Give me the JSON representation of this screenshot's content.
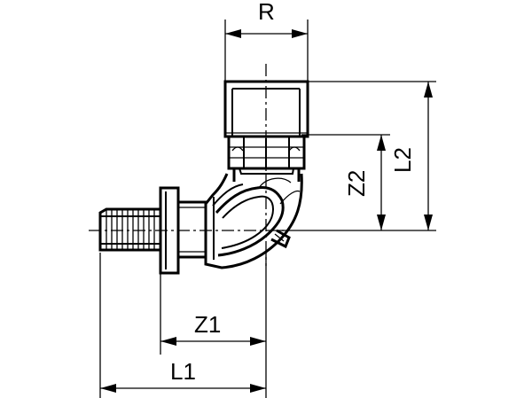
{
  "diagram": {
    "labels": {
      "r": "R",
      "z1": "Z1",
      "l1": "L1",
      "z2": "Z2",
      "l2": "L2"
    }
  }
}
